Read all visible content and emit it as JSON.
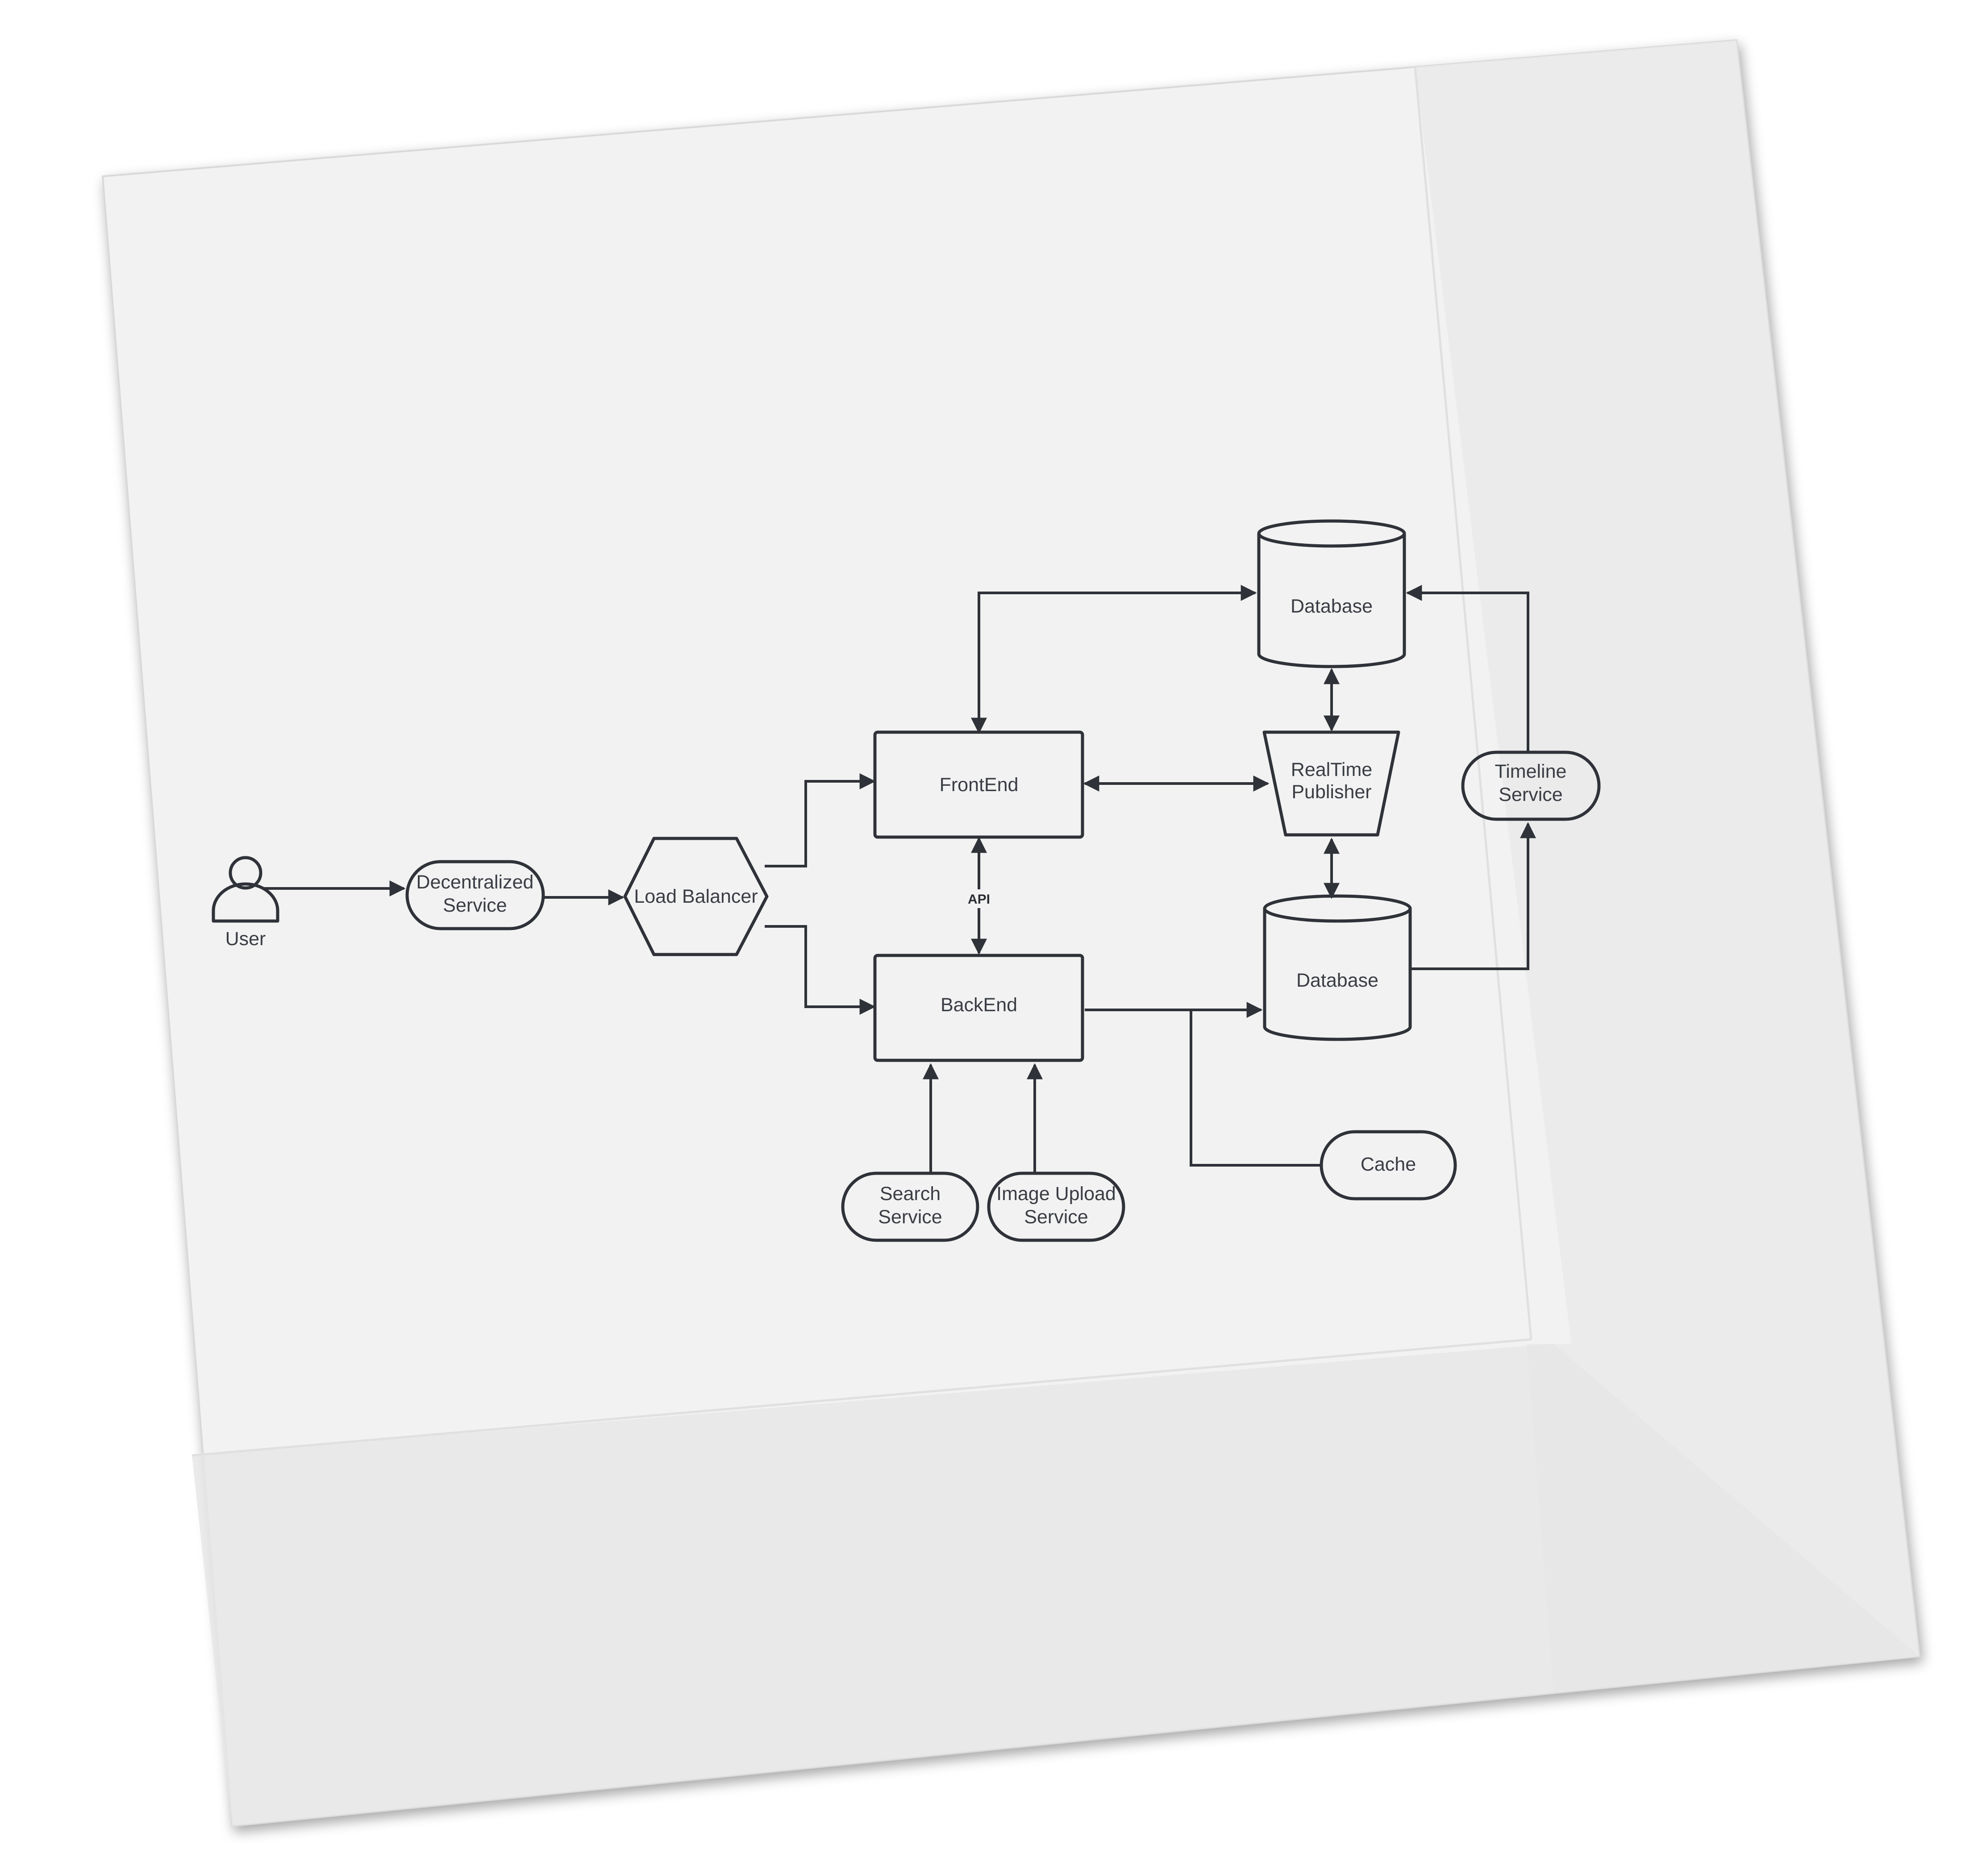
{
  "colors": {
    "background": "#ffffff",
    "napkin": "#f2f2f2",
    "napkin_border": "#e7e7e7",
    "ink": "#2f3238",
    "text": "#3a3d44"
  },
  "diagram": {
    "nodes": {
      "user": {
        "label": "User",
        "icon": "person-icon"
      },
      "decentralized": {
        "line1": "Decentralized",
        "line2": "Service"
      },
      "load_balancer": {
        "label": "Load Balancer"
      },
      "frontend": {
        "label": "FrontEnd"
      },
      "backend": {
        "label": "BackEnd"
      },
      "database_top": {
        "label": "Database"
      },
      "database_bottom": {
        "label": "Database"
      },
      "realtime": {
        "line1": "RealTime",
        "line2": "Publisher"
      },
      "timeline": {
        "line1": "Timeline",
        "line2": "Service"
      },
      "search": {
        "line1": "Search",
        "line2": "Service"
      },
      "image_upload": {
        "line1": "Image Upload",
        "line2": "Service"
      },
      "cache": {
        "label": "Cache"
      }
    },
    "edge_labels": {
      "api": "API"
    },
    "edges": [
      {
        "from": "user",
        "to": "decentralized",
        "direction": "forward"
      },
      {
        "from": "decentralized",
        "to": "load_balancer",
        "direction": "forward"
      },
      {
        "from": "load_balancer",
        "to": "frontend",
        "direction": "forward"
      },
      {
        "from": "load_balancer",
        "to": "backend",
        "direction": "forward"
      },
      {
        "from": "frontend",
        "to": "backend",
        "direction": "both",
        "label": "API"
      },
      {
        "from": "frontend",
        "to": "database_top",
        "direction": "both"
      },
      {
        "from": "frontend",
        "to": "realtime",
        "direction": "both"
      },
      {
        "from": "database_top",
        "to": "realtime",
        "direction": "both"
      },
      {
        "from": "realtime",
        "to": "database_bottom",
        "direction": "both"
      },
      {
        "from": "backend",
        "to": "database_bottom",
        "direction": "forward"
      },
      {
        "from": "backend",
        "to": "cache",
        "direction": "none"
      },
      {
        "from": "search",
        "to": "backend",
        "direction": "forward"
      },
      {
        "from": "image_upload",
        "to": "backend",
        "direction": "forward"
      },
      {
        "from": "database_bottom",
        "to": "timeline",
        "direction": "forward"
      },
      {
        "from": "timeline",
        "to": "database_top",
        "direction": "forward"
      }
    ]
  }
}
